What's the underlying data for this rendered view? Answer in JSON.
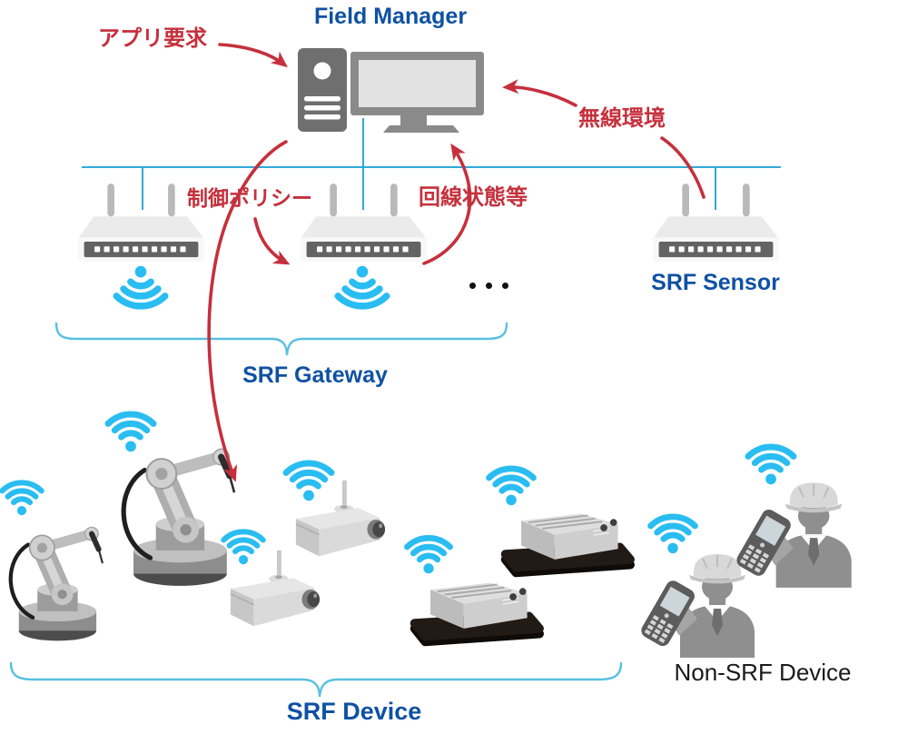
{
  "diagram": {
    "title": "Field Manager",
    "annotations": {
      "app_request": "アプリ要求",
      "control_policy": "制御ポリシー",
      "line_status": "回線状態等",
      "wireless_env": "無線環境"
    },
    "group_labels": {
      "srf_sensor": "SRF Sensor",
      "srf_gateway": "SRF Gateway",
      "srf_device": "SRF Device",
      "non_srf_device": "Non-SRF Device"
    },
    "ellipsis": "・・・",
    "colors": {
      "heading_blue": "#0f51a3",
      "annotation_red": "#c5303c",
      "network_line_cyan": "#2fa9d8",
      "brace_cyan": "#57c0e2",
      "wifi_cyan": "#29bdf1",
      "device_gray": "#8f8f8f",
      "non_srf_text": "#1a1a1a"
    },
    "icons": [
      "desktop-pc-icon",
      "wifi-router-icon",
      "wifi-signal-icon",
      "robot-arm-icon",
      "network-camera-icon",
      "agv-icon",
      "worker-with-handheld-icon"
    ]
  }
}
